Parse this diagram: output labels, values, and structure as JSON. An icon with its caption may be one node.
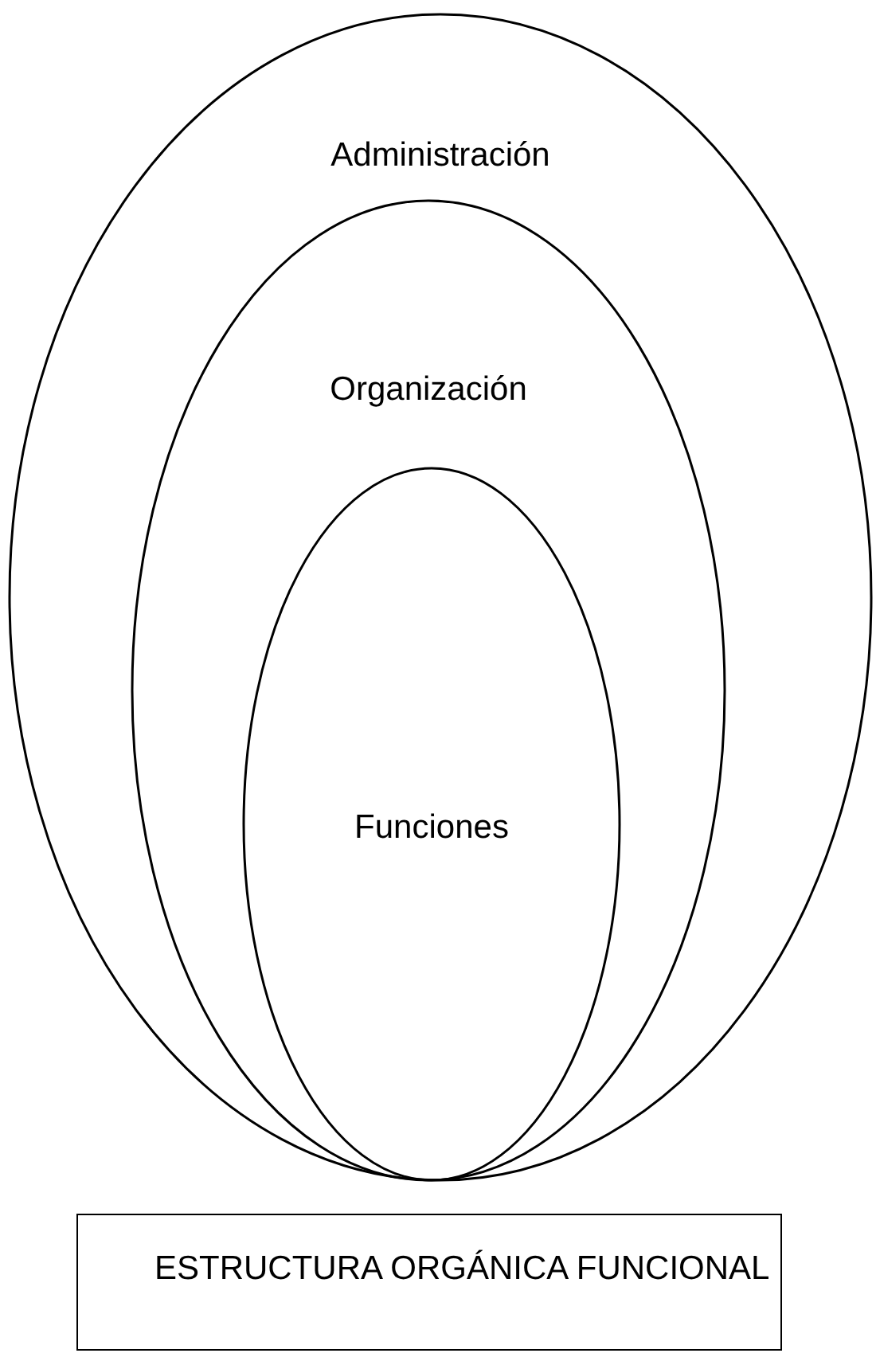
{
  "diagram": {
    "nodes": [
      {
        "text": [
          "Administración"
        ]
      },
      {
        "text": [
          "Organización"
        ],
        "in": 0
      },
      {
        "text": [
          "Funciones"
        ],
        "in": 1
      },
      {
        "text": [
          "ESTRUCTURA ORGÁNICA FUNCIONAL"
        ]
      }
    ]
  }
}
